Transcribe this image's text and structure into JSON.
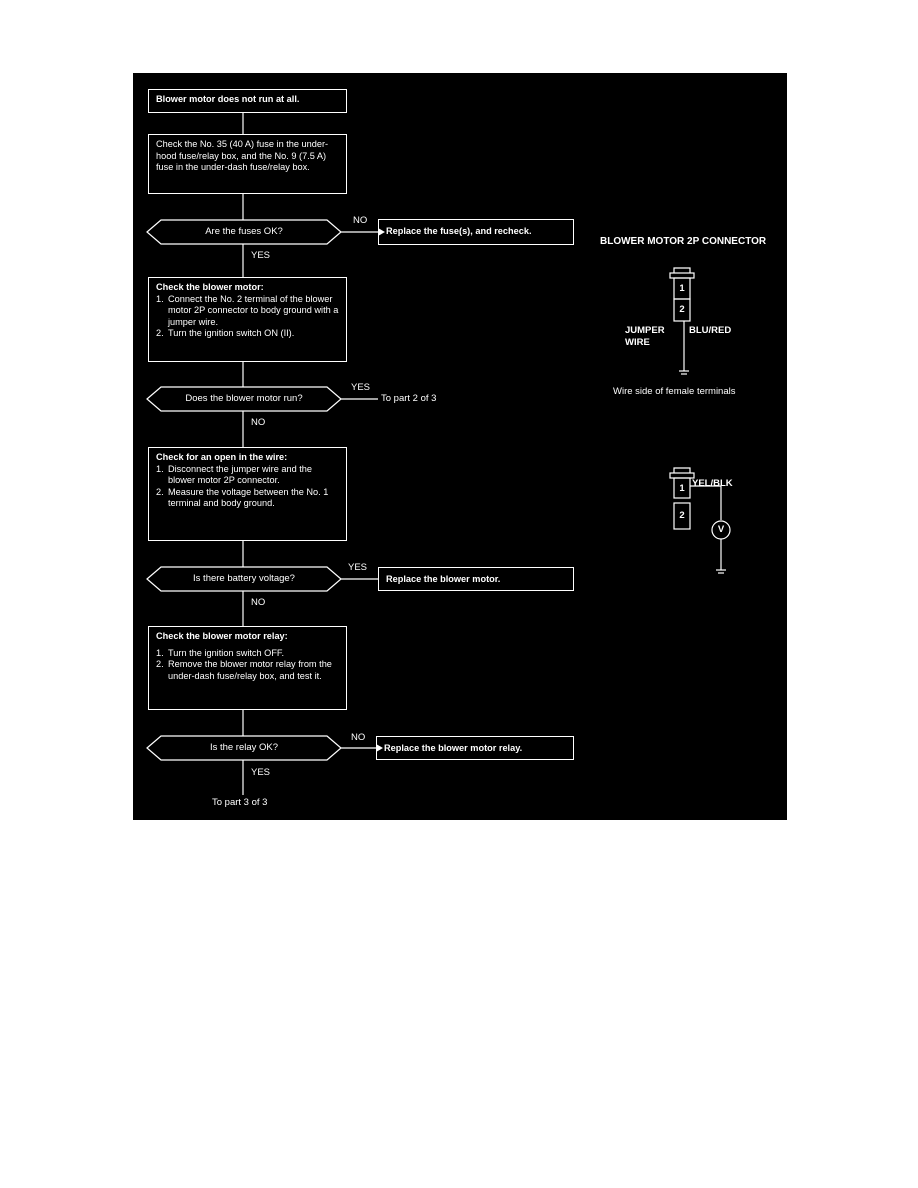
{
  "start": "Blower motor does not run at all.",
  "check_fuses": "Check the No. 35 (40 A) fuse in the under-hood fuse/relay box, and the No. 9 (7.5 A) fuse in the under-dash fuse/relay box.",
  "q_fuses": "Are the fuses OK?",
  "q_fuses_no": "NO",
  "q_fuses_yes": "YES",
  "replace_fuses": "Replace the fuse(s), and recheck.",
  "check_motor": {
    "title": "Check the blower motor:",
    "steps": [
      {
        "n": "1.",
        "text": "Connect the No. 2 terminal of the blower motor 2P connector to body ground with a jumper wire."
      },
      {
        "n": "2.",
        "text": "Turn the ignition switch ON (II)."
      }
    ]
  },
  "q_motor_run": "Does the blower motor run?",
  "q_motor_run_yes": "YES",
  "q_motor_run_no": "NO",
  "to_part2": "To part 2 of 3",
  "check_open": {
    "title": "Check for an open in the wire:",
    "steps": [
      {
        "n": "1.",
        "text": "Disconnect the jumper wire and the blower motor 2P connector."
      },
      {
        "n": "2.",
        "text": "Measure the voltage between the No. 1 terminal and body ground."
      }
    ]
  },
  "q_battery": "Is there battery voltage?",
  "q_battery_yes": "YES",
  "q_battery_no": "NO",
  "replace_motor": "Replace the blower motor.",
  "check_relay": {
    "title": "Check the blower motor relay:",
    "steps": [
      {
        "n": "1.",
        "text": "Turn the ignition switch OFF."
      },
      {
        "n": "2.",
        "text": "Remove the blower motor relay from the under-dash fuse/relay box, and test it."
      }
    ]
  },
  "q_relay": "Is the relay OK?",
  "q_relay_no": "NO",
  "q_relay_yes": "YES",
  "replace_relay": "Replace the blower motor relay.",
  "to_part3": "To part 3 of 3",
  "connector": {
    "title": "BLOWER MOTOR 2P CONNECTOR",
    "terminal_1": "1",
    "terminal_2": "2",
    "jumper_label_1": "JUMPER",
    "jumper_label_2": "WIRE",
    "wire_color": "BLU/RED",
    "caption": "Wire side of female terminals"
  },
  "meter": {
    "terminal_1": "1",
    "terminal_2": "2",
    "wire_color": "YEL/BLK",
    "symbol": "V"
  }
}
